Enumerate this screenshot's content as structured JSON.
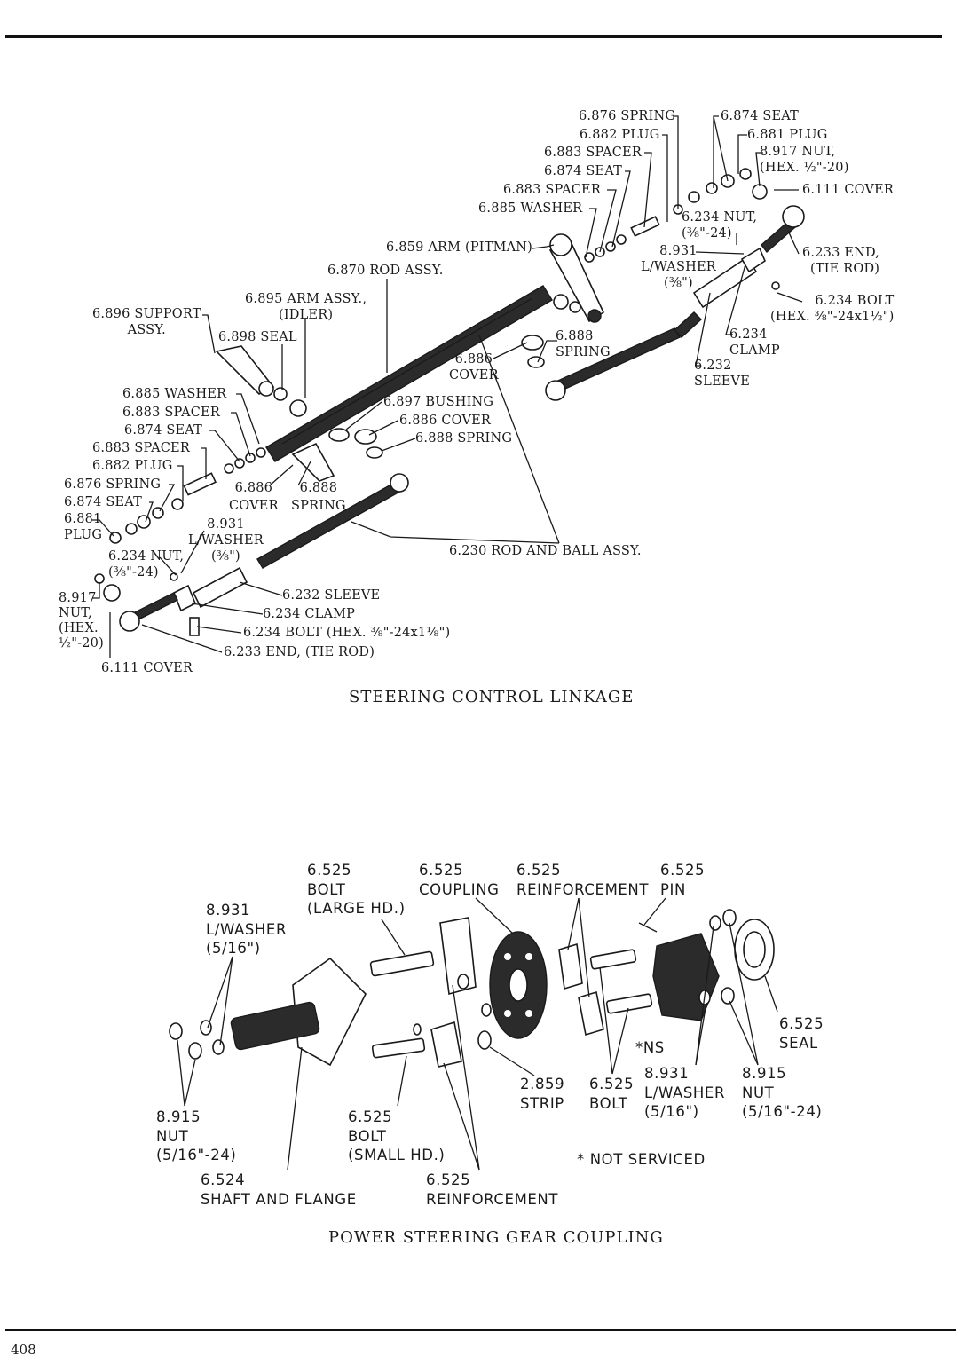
{
  "page_number": "408",
  "steering_linkage": {
    "caption": "STEERING CONTROL LINKAGE",
    "labels": [
      "6.876 SPRING",
      "6.874 SEAT",
      "6.882 PLUG",
      "6.881 PLUG",
      "6.883 SPACER",
      "8.917 NUT,\n(HEX. ½\"-20)",
      "6.874 SEAT",
      "6.883 SPACER",
      "6.111 COVER",
      "6.885 WASHER",
      "6.234 NUT,\n(⅜\"-24)",
      "6.859 ARM (PITMAN)",
      "8.931\nL/WASHER\n(⅜\")",
      "6.233 END,\n(TIE ROD)",
      "6.870 ROD ASSY.",
      "6.234 BOLT\n(HEX. ⅜\"-24x1½\")",
      "6.895 ARM ASSY.,\n(IDLER)",
      "6.896 SUPPORT\nASSY.",
      "6.898 SEAL",
      "6.888\nSPRING",
      "6.234\nCLAMP",
      "6.886\nCOVER",
      "6.232\nSLEEVE",
      "6.885 WASHER",
      "6.897 BUSHING",
      "6.883 SPACER",
      "6.886 COVER",
      "6.874 SEAT",
      "6.888 SPRING",
      "6.883 SPACER",
      "6.882 PLUG",
      "6.876 SPRING",
      "6.886\nCOVER",
      "6.888\nSPRING",
      "6.874 SEAT",
      "6.881\nPLUG",
      "8.931\nL/WASHER\n(⅜\")",
      "6.234 NUT,\n(⅜\"-24)",
      "6.230 ROD AND BALL ASSY.",
      "8.917\nNUT,\n(HEX.\n½\"-20)",
      "6.232 SLEEVE",
      "6.234 CLAMP",
      "6.234 BOLT (HEX. ⅜\"-24x1⅛\")",
      "6.233 END, (TIE ROD)",
      "6.111 COVER"
    ]
  },
  "coupling": {
    "caption": "POWER STEERING GEAR COUPLING",
    "labels": [
      "6.525\nBOLT\n(LARGE HD.)",
      "6.525\nCOUPLING",
      "6.525\nREINFORCEMENT",
      "6.525\nPIN",
      "8.931\nL/WASHER\n(5/16\")",
      "6.525\nSEAL",
      "*NS",
      "2.859\nSTRIP",
      "6.525\nBOLT",
      "8.931\nL/WASHER\n(5/16\")",
      "8.915\nNUT\n(5/16\"-24)",
      "8.915\nNUT\n(5/16\"-24)",
      "6.525\nBOLT\n(SMALL HD.)",
      "* NOT SERVICED",
      "6.524\nSHAFT AND FLANGE",
      "6.525\nREINFORCEMENT"
    ]
  }
}
